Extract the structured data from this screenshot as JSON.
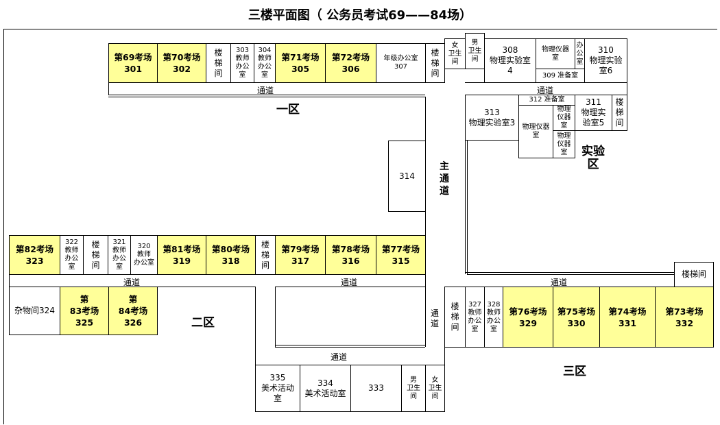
{
  "title": "三楼平面图（ 公务员考试69——84场）",
  "rooms": {
    "r301": "第69考场\n301",
    "r302": "第70考场\n302",
    "s1": "楼\n梯\n间",
    "r303": "303\n教师\n办公\n室",
    "r304": "304\n教师\n办公\n室",
    "r305": "第71考场\n305",
    "r306": "第72考场\n306",
    "r307": "年级办公室\n307",
    "s2": "楼\n梯\n间",
    "wc_f1": "女\n卫生\n间",
    "wc_m1": "男\n卫生\n间",
    "r308": "308\n物理实验室\n4",
    "inst1": "物理仪器\n室",
    "office1": "办\n公\n室",
    "r309": "309    准备室",
    "r310": "310\n物理实验\n室6",
    "r313": "313\n物理实验室3",
    "r312": "312    准备室",
    "inst2": "物理仪器\n室",
    "inst3": "物理\n仪器\n室",
    "inst4": "物理\n仪器\n室",
    "r311": "311\n物理实\n验室5",
    "s3": "楼\n梯\n间",
    "r314": "314",
    "r323": "第82考场\n323",
    "r322": "322\n教师\n办公\n室",
    "s4": "楼\n梯\n间",
    "r321": "321\n教师\n办公\n室",
    "r320": "320\n教师\n办公室",
    "r319": "第81考场\n319",
    "r318": "第80考场\n318",
    "s5": "楼\n梯\n间",
    "r317": "第79考场\n317",
    "r316": "第78考场\n316",
    "r315": "第77考场\n315",
    "s6": "楼梯间",
    "r324": "杂物间324",
    "r325": "第\n83考场\n325",
    "r326": "第\n84考场\n326",
    "r335": "335\n美术活动\n室",
    "r334": "334\n美术活动室",
    "r333": "333",
    "wc_m2": "男\n卫生\n间",
    "wc_f2": "女\n卫生\n间",
    "s7": "楼\n梯\n间",
    "r327": "327\n教师\n办公\n室",
    "r328": "328\n教师\n办公\n室",
    "r329": "第76考场\n329",
    "r330": "第75考场\n330",
    "r331": "第74考场\n331",
    "r332": "第73考场\n332"
  },
  "corridors": {
    "label": "通道",
    "main": "主\n通\n道",
    "vertical": "通\n道"
  },
  "zones": {
    "z1": "一区",
    "z2": "二区",
    "z3": "三区",
    "lab": "实验\n区"
  }
}
